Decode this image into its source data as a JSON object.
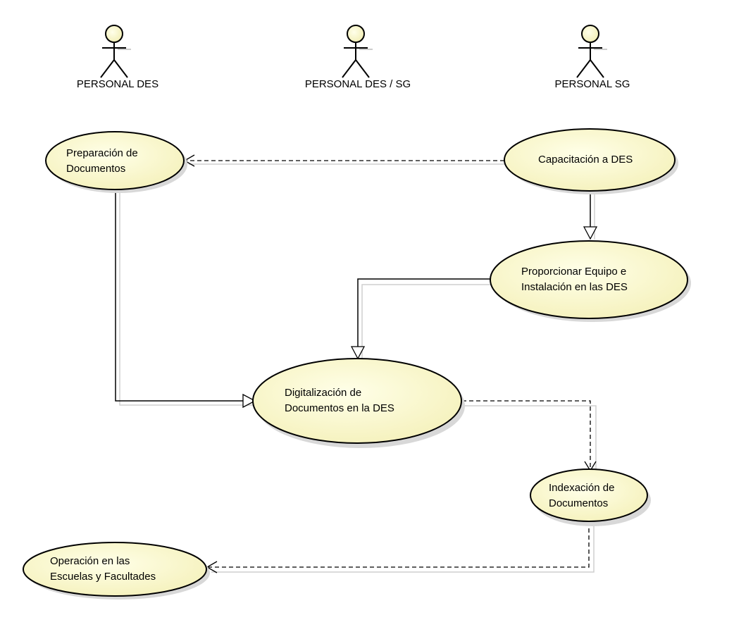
{
  "actors": [
    {
      "id": "personal-des",
      "label": "PERSONAL DES"
    },
    {
      "id": "personal-des-sg",
      "label": "PERSONAL DES / SG"
    },
    {
      "id": "personal-sg",
      "label": "PERSONAL SG"
    }
  ],
  "use_cases": {
    "preparacion": {
      "line1": "Preparación de",
      "line2": "Documentos"
    },
    "capacitacion": {
      "line1": "Capacitación a DES"
    },
    "proporcionar": {
      "line1": "Proporcionar Equipo e",
      "line2": "Instalación en las DES"
    },
    "digitalizacion": {
      "line1": "Digitalización de",
      "line2": "Documentos en la DES"
    },
    "indexacion": {
      "line1": "Indexación de",
      "line2": "Documentos"
    },
    "operacion": {
      "line1": "Operación en las",
      "line2": "Escuelas y Facultades"
    }
  },
  "colors": {
    "ellipse_fill": "#ffffd8",
    "ellipse_stroke": "#000000",
    "shadow": "#c8c8c8",
    "actor_head": "#ffffd8"
  }
}
